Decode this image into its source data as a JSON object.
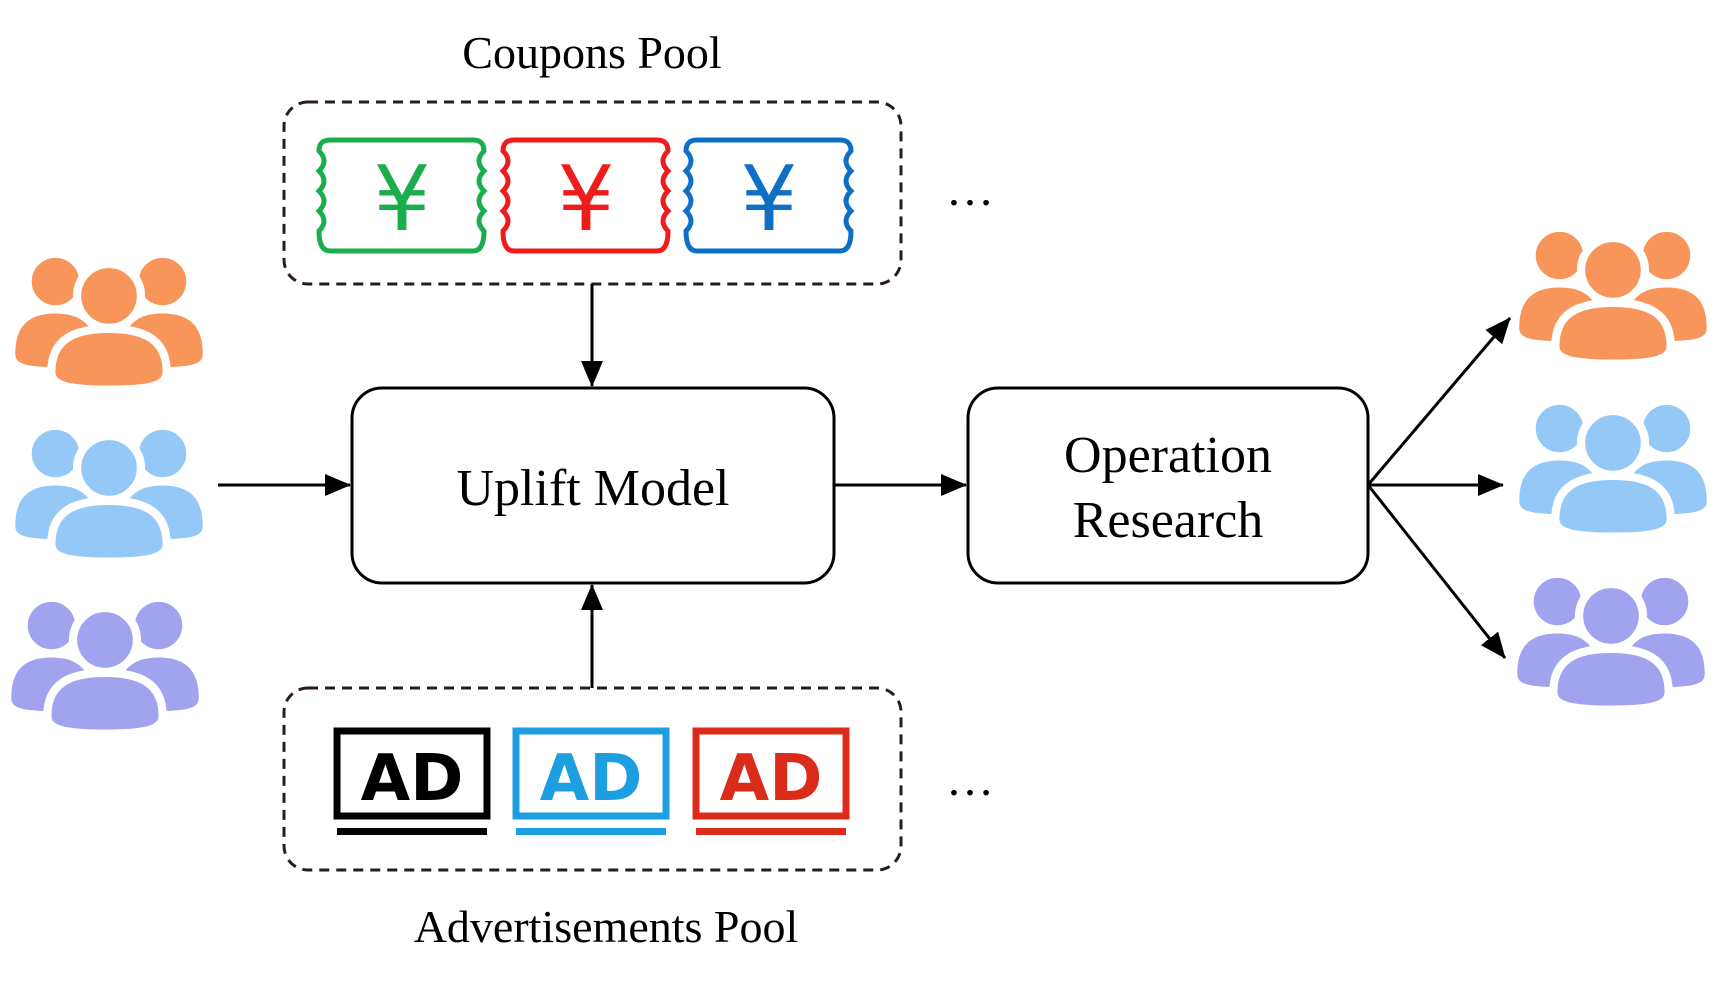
{
  "coupons_pool": {
    "title": "Coupons Pool",
    "coupons": [
      {
        "symbol": "¥",
        "color": "#1aad4b"
      },
      {
        "symbol": "¥",
        "color": "#ee1c1c"
      },
      {
        "symbol": "¥",
        "color": "#0e6fc5"
      }
    ],
    "ellipsis": "…"
  },
  "ads_pool": {
    "title": "Advertisements Pool",
    "ads": [
      {
        "label": "AD",
        "color": "#000000"
      },
      {
        "label": "AD",
        "color": "#1d9ee0"
      },
      {
        "label": "AD",
        "color": "#db2b1b"
      }
    ],
    "ellipsis": "…"
  },
  "uplift_model": {
    "label": "Uplift Model"
  },
  "operation_research": {
    "line1": "Operation",
    "line2": "Research"
  },
  "user_groups": [
    {
      "name": "orange-group",
      "color": "#f7955b"
    },
    {
      "name": "blue-group",
      "color": "#94c9f7"
    },
    {
      "name": "purple-group",
      "color": "#a1a3ee"
    }
  ]
}
